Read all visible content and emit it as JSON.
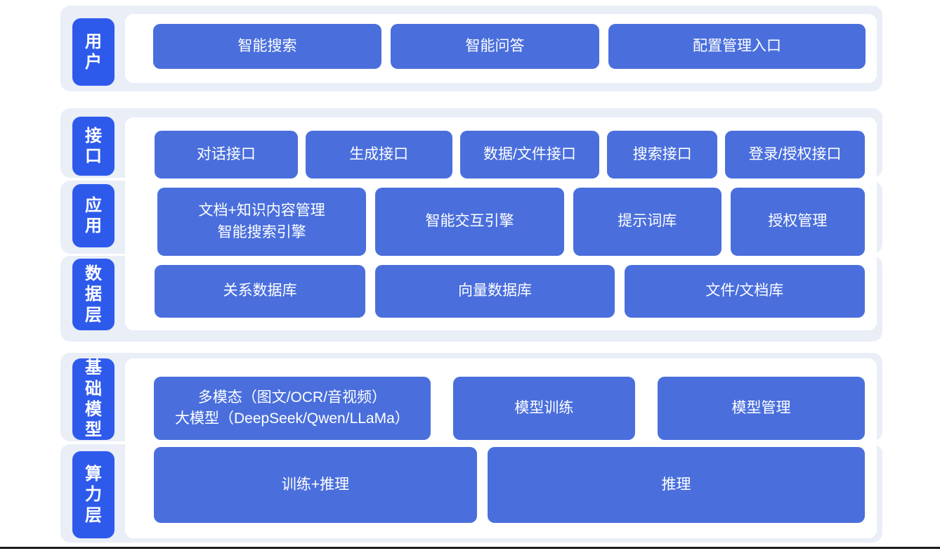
{
  "colors": {
    "node_blue": "#4a6fdc",
    "tab_blue": "#2e5aec",
    "band_bg": "#e9eef7",
    "panel_bg": "#ffffff",
    "node_text": "#ffffff",
    "bottom_line": "#1c1c1c"
  },
  "layers": {
    "user": {
      "label": "用户"
    },
    "interface": {
      "label": "接口"
    },
    "application": {
      "label": "应用"
    },
    "data": {
      "label": "数据层"
    },
    "foundation_model": {
      "label": "基础模型"
    },
    "compute": {
      "label": "算力层"
    }
  },
  "user_row": {
    "smart_search": "智能搜索",
    "smart_qa": "智能问答",
    "config_entry": "配置管理入口"
  },
  "interface_row": {
    "dialog_api": "对话接口",
    "generation_api": "生成接口",
    "data_file_api": "数据/文件接口",
    "search_api": "搜索接口",
    "login_auth_api": "登录/授权接口"
  },
  "application_row": {
    "doc_engine_line1": "文档+知识内容管理",
    "doc_engine_line2": "智能搜索引擎",
    "interaction_engine": "智能交互引擎",
    "prompt_library": "提示词库",
    "auth_management": "授权管理"
  },
  "data_row": {
    "relational_db": "关系数据库",
    "vector_db": "向量数据库",
    "file_doc_store": "文件/文档库"
  },
  "model_row": {
    "multimodal_line1": "多模态（图文/OCR/音视频）",
    "multimodal_line2": "大模型（DeepSeek/Qwen/LLaMa）",
    "model_training": "模型训练",
    "model_management": "模型管理"
  },
  "compute_row": {
    "training_inference": "训练+推理",
    "inference": "推理"
  }
}
